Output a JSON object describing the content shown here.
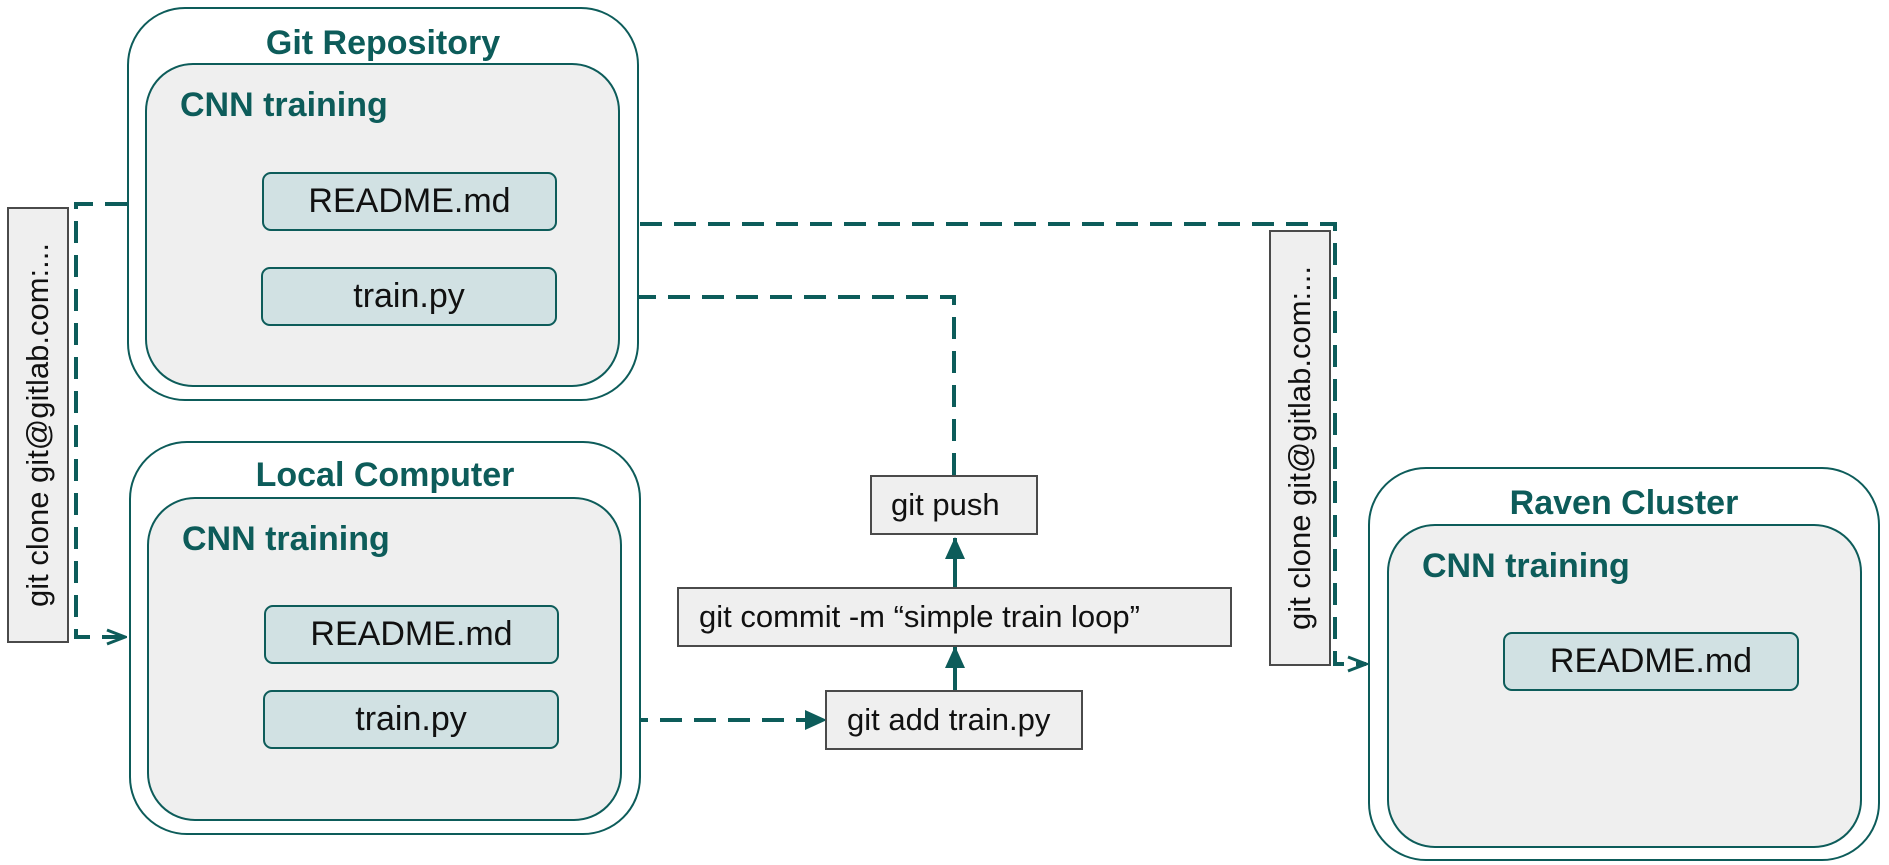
{
  "colors": {
    "accent": "#0d5c5a",
    "panel_fill": "#efefef",
    "file_fill": "#d1e1e3",
    "command_border": "#4a4a4a"
  },
  "git_repository": {
    "title": "Git Repository",
    "folder": "CNN training",
    "files": [
      "README.md",
      "train.py"
    ]
  },
  "local_computer": {
    "title": "Local Computer",
    "folder": "CNN training",
    "files": [
      "README.md",
      "train.py"
    ]
  },
  "raven_cluster": {
    "title": "Raven Cluster",
    "folder": "CNN training",
    "files": [
      "README.md"
    ]
  },
  "commands": {
    "clone_local": "git clone git@gitlab.com:...",
    "clone_cluster": "git clone git@gitlab.com:...",
    "add": "git add train.py",
    "commit": "git commit -m  “simple train loop”",
    "push": "git push"
  }
}
